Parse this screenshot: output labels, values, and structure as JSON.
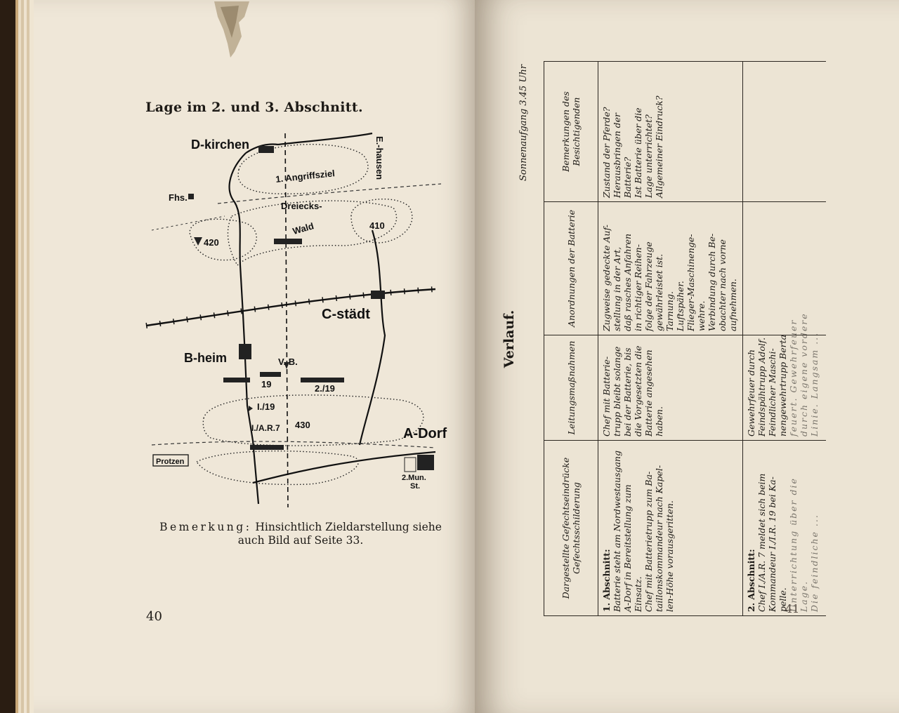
{
  "left_page": {
    "title": "Lage im 2. und 3. Abschnitt.",
    "map_labels": {
      "d_kirchen": "D-kirchen",
      "e_hausen": "E.-hausen",
      "angriffsziel": "1. Angriffsziel",
      "fhs": "Fhs.",
      "dreiecks": "Dreiecks-",
      "wald": "Wald",
      "h410": "410",
      "h420": "420",
      "c_staedt": "C-städt",
      "b_heim": "B-heim",
      "vb": "V. B.",
      "u19": "19",
      "u2_19": "2./19",
      "u1_19": "I./19",
      "ar7": "I./A.R.7",
      "h430": "430",
      "a_dorf": "A-Dorf",
      "protzen": "Protzen",
      "mun_st_1": "2.Mun.",
      "mun_st_2": "St."
    },
    "remark_label": "Bemerkung:",
    "remark_text": "Hinsichtlich Zieldarstellung siehe auch Bild auf Seite 33.",
    "page_number": "40"
  },
  "right_page": {
    "heading": "Verlauf.",
    "sunrise": "Sonnenaufgang 3.45 Uhr",
    "columns": [
      "Dargestellte Gefechtseindrücke Gefechtsschilderung",
      "Leitungsmaßnahmen",
      "Anordnungen der Batterie",
      "Bemerkungen des Besichtigenden"
    ],
    "row1": {
      "section": "1. Abschnitt:",
      "col1": [
        "Batterie steht am Nordwestausgang",
        "A-Dorf in Bereitstellung zum",
        "Einsatz.",
        "Chef mit Batterietrupp zum Ba-",
        "taillonskommandeur nach Kapel-",
        "len-Höhe vorausgeritten."
      ],
      "col2": [
        "Chef mit Batterie-",
        "trupp bleibt solange",
        "bei der Batterie, bis",
        "die Vorgesetzten die",
        "Batterie angesehen",
        "haben."
      ],
      "col3": [
        "Zugweise gedeckte Auf-",
        "stellung in der Art,",
        "daß rasches Anfahren",
        "in richtiger Reihen-",
        "folge der Fahrzeuge",
        "gewährleistet ist.",
        "Tarnung.",
        "Luftspäher.",
        "Flieger-Maschinenge-",
        "wehre.",
        "Verbindung durch Be-",
        "obachter nach vorne",
        "aufnehmen."
      ],
      "col4": [
        "Zustand der Pferde?",
        "Herausbringen der",
        "Batterie?",
        "Ist Batterie über die",
        "Lage unterrichtet?",
        "Allgemeiner Eindruck?"
      ]
    },
    "row2": {
      "section": "2. Abschnitt:",
      "col1": [
        "Chef I./A.R. 7 meldet sich beim",
        "Kommandeur I./I.R. 19 bei Ka-",
        "pelle.",
        "Unterrichtung über die",
        "Lage.",
        "Die feindliche ..."
      ],
      "col2": [
        "Gewehrfeuer durch",
        "Feindspähtrupp Adolf.",
        "Feindlicher Maschi-",
        "nengewehrtrupp Berta",
        "feuert. Gewehrfeuer",
        "durch eigene vordere",
        "Linie. Langsam ..."
      ]
    },
    "page_number_partial": "41"
  }
}
